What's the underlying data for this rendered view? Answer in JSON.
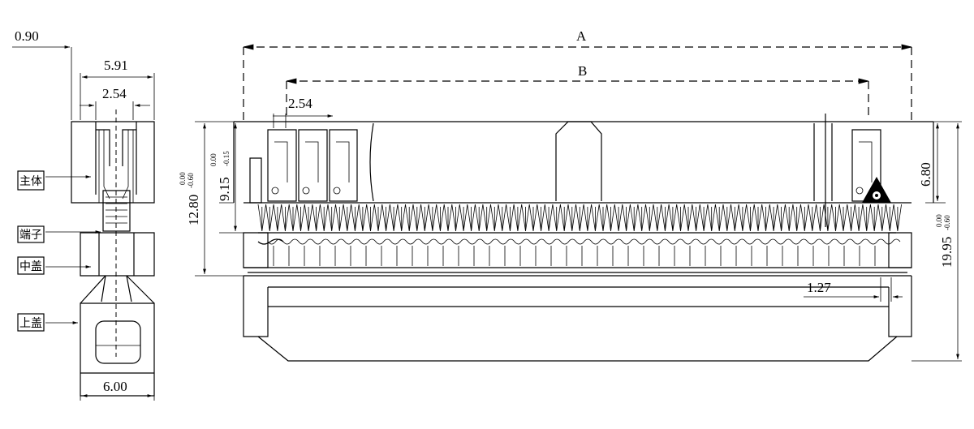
{
  "dimensions": {
    "side_top": "0.90",
    "side_width": "5.91",
    "side_pitch": "2.54",
    "side_bottom": "6.00",
    "overall_a": "A",
    "overall_b": "B",
    "front_pitch": "2.54",
    "half_pitch": "1.27",
    "height_top": "6.80",
    "height_main": "12.80",
    "height_main_tol_upper": "0.00",
    "height_main_tol_lower": "-0.60",
    "height_inner": "9.15",
    "height_inner_tol_upper": "0.00",
    "height_inner_tol_lower": "-0.15",
    "height_total": "19.95",
    "height_total_tol_upper": "0.00",
    "height_total_tol_lower": "-0.60"
  },
  "labels": {
    "body": "主体",
    "terminal": "端子",
    "middle_cover": "中盖",
    "top_cover": "上盖"
  },
  "colors": {
    "line": "#000000",
    "background": "#ffffff"
  }
}
